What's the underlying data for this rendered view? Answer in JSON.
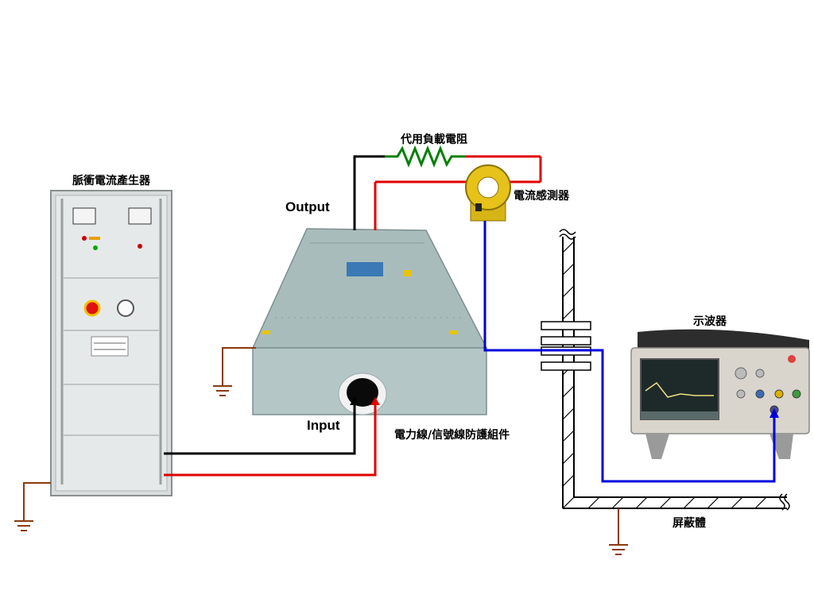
{
  "labels": {
    "pulse_generator": "脈衝電流產生器",
    "output": "Output",
    "input": "Input",
    "load_resistor": "代用負載電阻",
    "current_sensor": "電流感測器",
    "protection_assembly": "電力線/信號線防護組件",
    "oscilloscope": "示波器",
    "shield": "屏蔽體"
  },
  "colors": {
    "wire_black": "#000000",
    "wire_red": "#e00000",
    "wire_blue": "#0000dd",
    "wire_green": "#008000",
    "ground": "#8b3a0e",
    "sensor_yellow": "#e6c21a"
  }
}
